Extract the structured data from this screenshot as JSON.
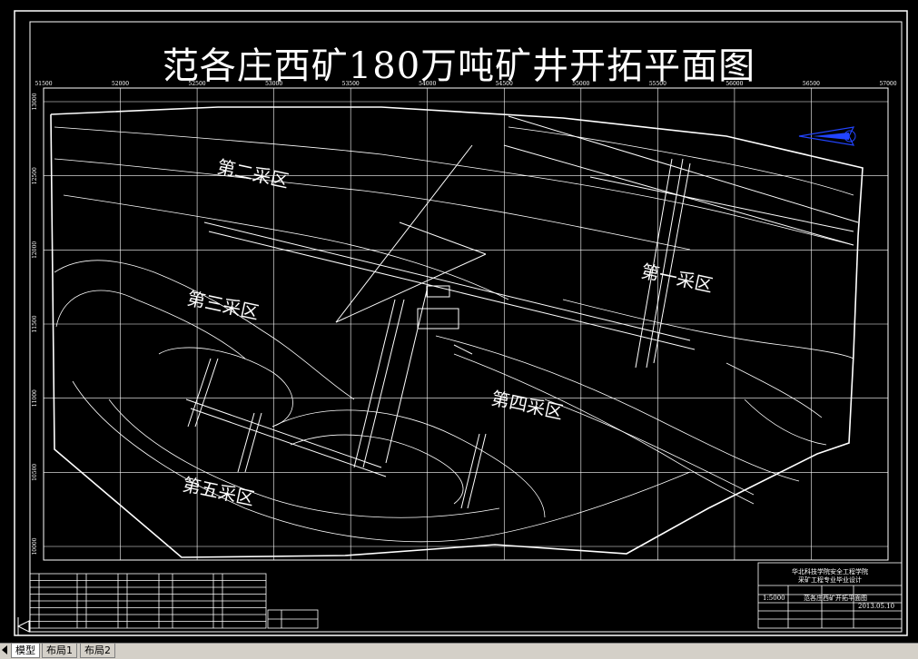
{
  "title": "范各庄西矿180万吨矿井开拓平面图",
  "grid_x_labels": [
    "51500",
    "52000",
    "52500",
    "53000",
    "53500",
    "54000",
    "54500",
    "55000",
    "55500",
    "56000",
    "56500",
    "57000"
  ],
  "grid_y_labels": [
    "13000",
    "12500",
    "12000",
    "11500",
    "11000",
    "10500",
    "10000"
  ],
  "zones": [
    "第一采区",
    "第二采区",
    "第三采区",
    "第四采区",
    "第五采区"
  ],
  "titleblock": {
    "school": "华北科技学院安全工程学院",
    "project": "采矿工程专业毕业设计",
    "drawing": "范各庄西矿开拓平面图",
    "scale": "1:5000",
    "date": "2013.05.10"
  },
  "tabs": [
    "模型",
    "布局1",
    "布局2"
  ],
  "active_tab": 0
}
